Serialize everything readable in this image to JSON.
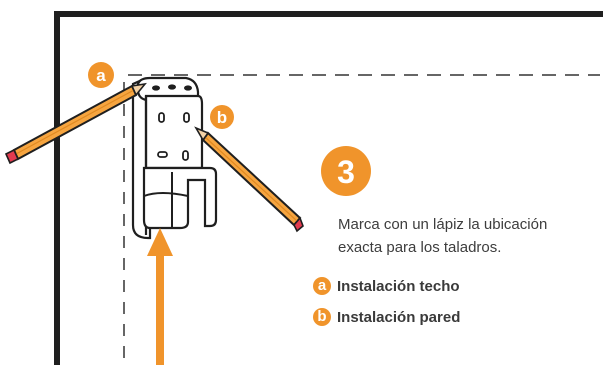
{
  "step": {
    "number": "3"
  },
  "instruction": {
    "line1": "Marca con un lápiz la ubicación",
    "line2": "exacta para los taladros."
  },
  "legend": [
    {
      "letter": "a",
      "text": "Instalación techo"
    },
    {
      "letter": "b",
      "text": "Instalación pared"
    }
  ],
  "callouts": {
    "a": "a",
    "b": "b"
  },
  "colors": {
    "accent": "#f0942b",
    "pencil_body": "#f6a540",
    "pencil_tip": "#e23b4f",
    "outline": "#1f1f1f",
    "dashed_line": "#666666",
    "text": "#3d3d3d"
  }
}
